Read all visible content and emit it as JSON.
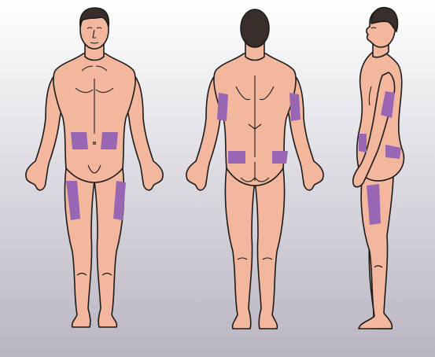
{
  "illustration": {
    "views": [
      "front",
      "back",
      "side"
    ],
    "colors": {
      "background_top": "#ffffff",
      "background_bottom": "#b9b5c2",
      "skin": "#f2b79d",
      "skin_shadow": "#e3a088",
      "outline": "#1c1c1c",
      "hair": "#3a2e2a",
      "injection_site": "#9866b3"
    },
    "injection_sites": {
      "front": [
        "abdomen-left",
        "abdomen-right",
        "thigh-left",
        "thigh-right"
      ],
      "back": [
        "upper-arm-left",
        "upper-arm-right",
        "buttock-left",
        "buttock-right"
      ],
      "side": [
        "upper-arm",
        "abdomen",
        "buttock",
        "thigh"
      ]
    }
  }
}
